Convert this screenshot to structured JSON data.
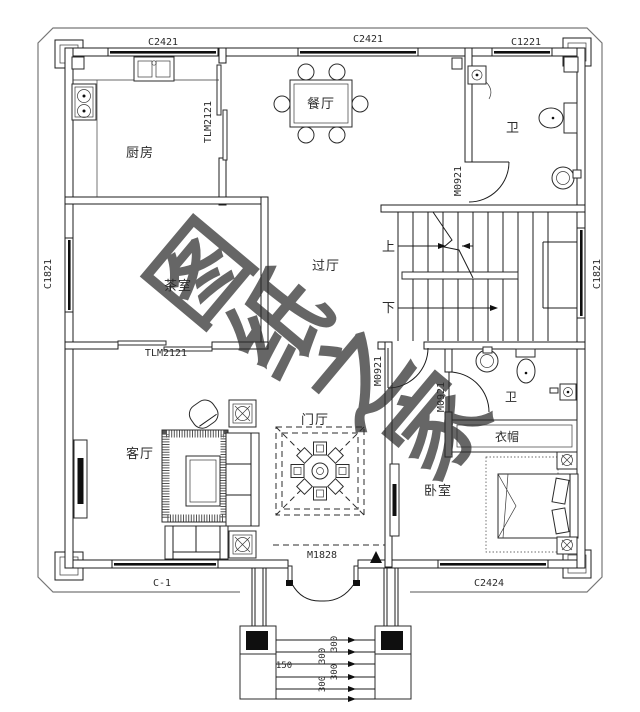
{
  "watermark": {
    "full_text": "图纸之家",
    "chars": [
      "图",
      "纸",
      "之",
      "家"
    ],
    "color": "#c4473d"
  },
  "rooms": {
    "kitchen": "厨房",
    "dining": "餐厅",
    "bath_top": "卫",
    "tea_room": "茶室",
    "hall": "过厅",
    "foyer": "门厅",
    "living": "客厅",
    "bedroom": "卧室",
    "closet": "衣帽",
    "bath_lower": "卫"
  },
  "stairs": {
    "up_label": "上",
    "down_label": "下"
  },
  "openings": {
    "window_top_left": "C2421",
    "window_top_mid": "C2421",
    "window_top_right": "C1221",
    "window_left": "C1821",
    "window_right": "C1821",
    "window_bottom_left": "C-1",
    "window_bottom_right": "C2424",
    "door_kitchen_slide": "TLM2121",
    "door_tea_slide": "TLM2121",
    "door_bath_top": "M0921",
    "door_hall": "M0921",
    "door_bath_lower": "M0921",
    "door_entry": "M1828"
  },
  "dimensions": {
    "porch_width": "150",
    "steps": [
      "300",
      "300",
      "300",
      "300"
    ]
  }
}
